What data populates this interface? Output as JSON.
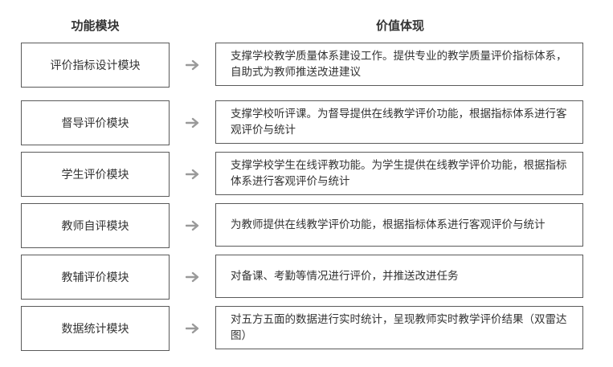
{
  "headers": {
    "left": "功能模块",
    "right": "价值体现"
  },
  "rows": [
    {
      "module": "评价指标设计模块",
      "value": "支撑学校教学质量体系建设工作。提供专业的教学质量评价指标体系，自助式为教师推送改进建议"
    },
    {
      "module": "督导评价模块",
      "value": "支撑学校听评课。为督导提供在线教学评价功能，根据指标体系进行客观评价与统计"
    },
    {
      "module": "学生评价模块",
      "value": "支撑学校学生在线评教功能。为学生提供在线教学评价功能，根据指标体系进行客观评价与统计"
    },
    {
      "module": "教师自评模块",
      "value": "为教师提供在线教学评价功能，根据指标体系进行客观评价与统计"
    },
    {
      "module": "教辅评价模块",
      "value": "对备课、考勤等情况进行评价，并推送改进任务"
    },
    {
      "module": "数据统计模块",
      "value": "对五方五面的数据进行实时统计，呈现教师实时教学评价结果（双雷达图）"
    }
  ],
  "colors": {
    "border": "#5a5a5a",
    "arrow": "#9a9a9a",
    "text": "#333333"
  },
  "icons": {
    "arrow": "right-arrow-icon"
  }
}
